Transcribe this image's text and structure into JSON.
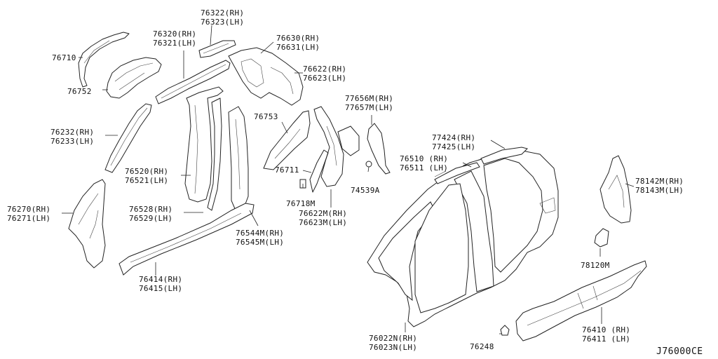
{
  "diagram_code": "J76000CE",
  "labels": {
    "p76322": "76322(RH)\n76323(LH)",
    "p76320": "76320(RH)\n76321(LH)",
    "p76630": "76630(RH)\n76631(LH)",
    "p76710": "76710",
    "p76752": "76752",
    "p76622": "76622(RH)\n76623(LH)",
    "p77656M": "77656M(RH)\n77657M(LH)",
    "p76232": "76232(RH)\n76233(LH)",
    "p76753": "76753",
    "p77424": "77424(RH)\n77425(LH)",
    "p76510": "76510 (RH)\n76511 (LH)",
    "p76520": "76520(RH)\n76521(LH)",
    "p76711": "76711",
    "p74539A": "74539A",
    "p78142M": "78142M(RH)\n78143M(LH)",
    "p76270": "76270(RH)\n76271(LH)",
    "p76528": "76528(RH)\n76529(LH)",
    "p76718M": "76718M",
    "p76622M": "76622M(RH)\n76623M(LH)",
    "p76544M": "76544M(RH)\n76545M(LH)",
    "p78120M": "78120M",
    "p76414": "76414(RH)\n76415(LH)",
    "p76410": "76410 (RH)\n76411 (LH)",
    "p76022N": "76022N(RH)\n76023N(LH)",
    "p76248": "76248"
  }
}
